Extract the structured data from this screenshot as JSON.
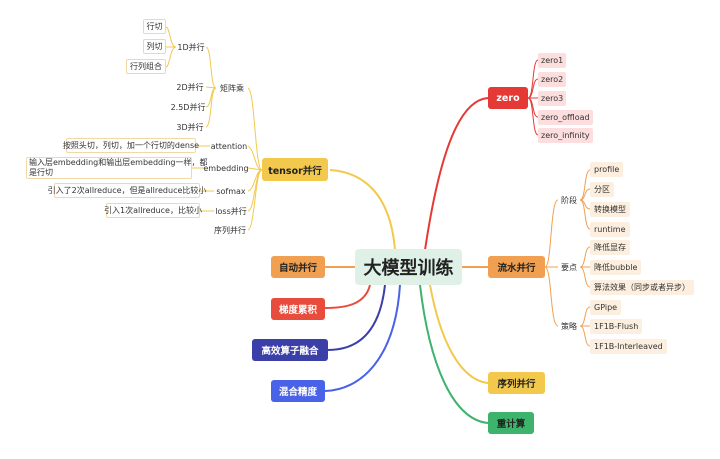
{
  "root": "大模型训练",
  "tensor": {
    "label": "tensor并行",
    "matrix": "矩阵乘",
    "one_d": "1D并行",
    "row": "行切",
    "col": "列切",
    "rowcol": "行列组合",
    "two_d": "2D并行",
    "two5_d": "2.5D并行",
    "three_d": "3D并行",
    "attention": "attention",
    "attention_desc": "按照头切，列切，加一个行切的dense",
    "embedding": "embedding",
    "embedding_desc_1": "输入层embedding和输出层embedding一样，都",
    "embedding_desc_2": "是行切",
    "softmax": "sofmax",
    "softmax_desc": "引入了2次allreduce，但是allreduce比较小",
    "loss": "loss并行",
    "loss_desc": "引入1次allreduce，比较小",
    "seq": "序列并行"
  },
  "left_branches": {
    "auto": "自动并行",
    "grad": "梯度累积",
    "kernel": "高效算子融合",
    "mixed": "混合精度"
  },
  "zero": {
    "label": "zero",
    "items": [
      "zero1",
      "zero2",
      "zero3",
      "zero_offload",
      "zero_infinity"
    ]
  },
  "pipeline": {
    "label": "流水并行",
    "stage": "阶段",
    "stage_items": [
      "profile",
      "分区",
      "转换模型",
      "runtime"
    ],
    "points": "要点",
    "points_items": [
      "降低显存",
      "降低bubble",
      "算法效果（同步或者异步）"
    ],
    "strategy": "策略",
    "strategy_items": [
      "GPipe",
      "1F1B-Flush",
      "1F1B-Interleaved"
    ]
  },
  "right_branches": {
    "seq": "序列并行",
    "recompute": "重计算"
  },
  "colors": {
    "tensor": "#f2c94c",
    "auto": "#f0a050",
    "grad": "#e74c3c",
    "kernel": "#3b3fa8",
    "mixed": "#4a62e8",
    "zero": "#e53935",
    "pipeline": "#f0a050",
    "seq": "#f2c94c",
    "recompute": "#3db36b",
    "root_bg": "#dff1e6"
  }
}
